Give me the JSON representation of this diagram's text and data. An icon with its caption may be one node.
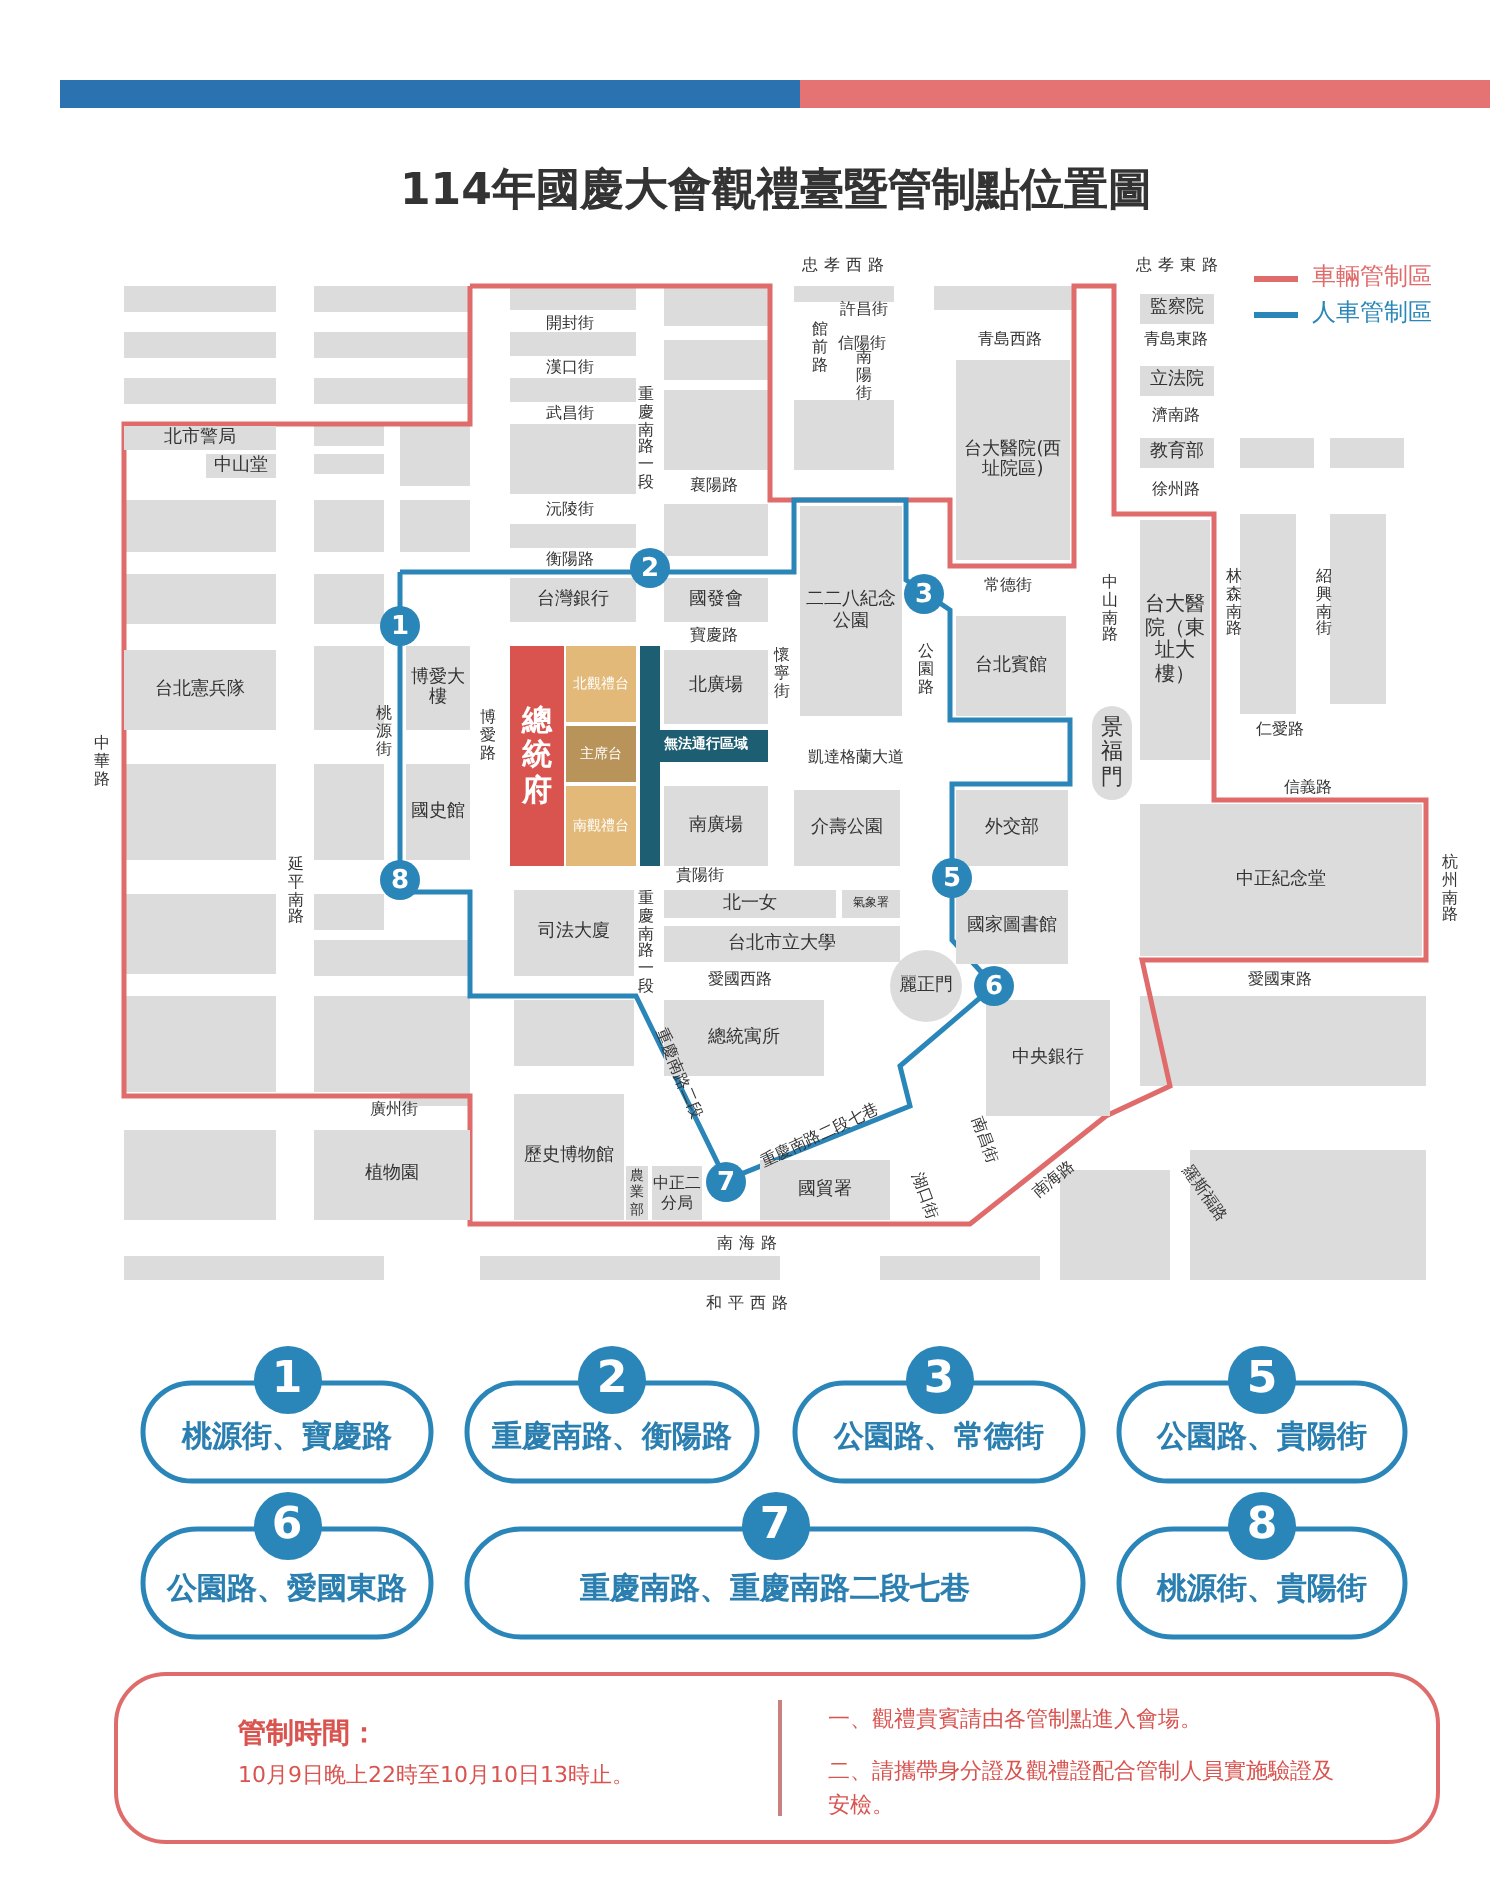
{
  "diagram": {
    "title": "114年國慶大會觀禮臺暨管制點位置圖",
    "nodes": [
      {
        "text": [
          "北市警局"
        ]
      },
      {
        "text": [
          "中山堂"
        ]
      },
      {
        "text": [
          "台北憲兵隊"
        ]
      },
      {
        "text": [
          "博愛大樓"
        ]
      },
      {
        "text": [
          "台灣銀行"
        ]
      },
      {
        "text": [
          "國發會"
        ]
      },
      {
        "text": [
          "北廣場"
        ]
      },
      {
        "text": [
          "總統府"
        ]
      },
      {
        "text": [
          "北觀禮台"
        ]
      },
      {
        "text": [
          "主席台"
        ]
      },
      {
        "text": [
          "南觀禮台"
        ]
      },
      {
        "text": [
          "無法通行區域"
        ]
      },
      {
        "text": [
          "南廣場"
        ]
      },
      {
        "text": [
          "國史館"
        ]
      },
      {
        "text": [
          "司法大廈"
        ]
      },
      {
        "text": [
          "北一女"
        ]
      },
      {
        "text": [
          "氣象署"
        ]
      },
      {
        "text": [
          "台北市立大學"
        ]
      },
      {
        "text": [
          "總統寓所"
        ]
      },
      {
        "text": [
          "歷史博物館"
        ]
      },
      {
        "text": [
          "農業部"
        ]
      },
      {
        "text": [
          "中正二分局"
        ]
      },
      {
        "text": [
          "植物園"
        ]
      },
      {
        "text": [
          "國貿署"
        ]
      },
      {
        "text": [
          "台大醫院(西址院區)"
        ]
      },
      {
        "text": [
          "監察院"
        ]
      },
      {
        "text": [
          "立法院"
        ]
      },
      {
        "text": [
          "教育部"
        ]
      },
      {
        "text": [
          "二二八紀念公園"
        ]
      },
      {
        "text": [
          "台北賓館"
        ]
      },
      {
        "text": [
          "台大醫院（東址大樓）"
        ]
      },
      {
        "text": [
          "景福門"
        ]
      },
      {
        "text": [
          "介壽公園"
        ]
      },
      {
        "text": [
          "外交部"
        ]
      },
      {
        "text": [
          "國家圖書館"
        ]
      },
      {
        "text": [
          "中正紀念堂"
        ]
      },
      {
        "text": [
          "麗正門"
        ]
      },
      {
        "text": [
          "中央銀行"
        ]
      },
      {
        "text": [
          "1"
        ]
      },
      {
        "text": [
          "2"
        ]
      },
      {
        "text": [
          "3"
        ]
      },
      {
        "text": [
          "5"
        ]
      },
      {
        "text": [
          "6"
        ]
      },
      {
        "text": [
          "7"
        ]
      },
      {
        "text": [
          "8"
        ]
      },
      {
        "text": [
          "1",
          "桃源街、寶慶路"
        ]
      },
      {
        "text": [
          "2",
          "重慶南路、衡陽路"
        ]
      },
      {
        "text": [
          "3",
          "公園路、常德街"
        ]
      },
      {
        "text": [
          "5",
          "公園路、貴陽街"
        ]
      },
      {
        "text": [
          "6",
          "公園路、愛國東路"
        ]
      },
      {
        "text": [
          "7",
          "重慶南路、重慶南路二段七巷"
        ]
      },
      {
        "text": [
          "8",
          "桃源街、貴陽街"
        ]
      },
      {
        "text": [
          "管制時間：",
          "10月9日晚上22時至10月10日13時止。",
          "一、觀禮貴賓請由各管制點進入會場。",
          "二、請攜帶身分證及觀禮證配合管制人員實施驗證及安檢。"
        ]
      }
    ],
    "labels": [
      "忠孝西路",
      "忠孝東路",
      "開封街",
      "漢口街",
      "武昌街",
      "重慶南路一段",
      "襄陽路",
      "沅陵街",
      "衡陽路",
      "許昌街",
      "館前路",
      "信陽街",
      "南陽街",
      "青島西路",
      "青島東路",
      "濟南路",
      "徐州路",
      "寶慶路",
      "懷寧街",
      "常德街",
      "公園路",
      "中山南路",
      "林森南路",
      "紹興南街",
      "仁愛路",
      "信義路",
      "中華路",
      "桃源街",
      "博愛路",
      "凱達格蘭大道",
      "延平南路",
      "貴陽街",
      "杭州南路",
      "重慶南路一段",
      "愛國西路",
      "愛國東路",
      "重慶南路二段",
      "重慶南路二段七巷",
      "廣州街",
      "南昌街",
      "湖口街",
      "南海路",
      "羅斯福路",
      "南海路",
      "和平西路"
    ],
    "legend": [
      {
        "text": "車輛管制區",
        "color": "#e06b6b"
      },
      {
        "text": "人車管制區",
        "color": "#2a86b8"
      }
    ]
  }
}
